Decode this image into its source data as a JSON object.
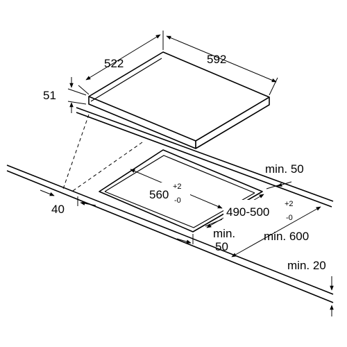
{
  "diagram": {
    "hob": {
      "depth": "522",
      "width": "592",
      "height": "51"
    },
    "cutout": {
      "width_value": "560",
      "width_tol_plus": "+2",
      "width_tol_minus": "-0",
      "depth_value": "490-500",
      "depth_tol_plus": "+2",
      "depth_tol_minus": "-0",
      "min_gap_line1": "min.",
      "min_gap_line2": "50"
    },
    "worktop": {
      "back_clearance": "min. 50",
      "depth": "min. 600",
      "thickness": "min. 20",
      "front_edge": "40"
    }
  }
}
